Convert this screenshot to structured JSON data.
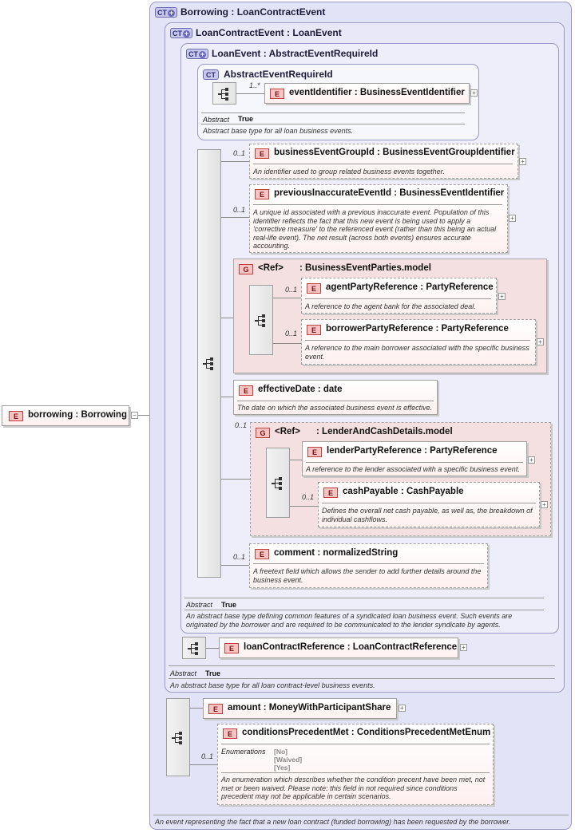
{
  "root": {
    "badge": "E",
    "name": "borrowing",
    "type": "Borrowing"
  },
  "ct_borrowing": {
    "badge": "CT",
    "title": "Borrowing",
    "base": "LoanContractEvent",
    "description": "An event representing the fact that a new loan contract (funded borrowing) has been requested by the borrower."
  },
  "ct_loancontractevent": {
    "badge": "CT",
    "title": "LoanContractEvent",
    "base": "LoanEvent",
    "abstract_label": "Abstract",
    "abstract_value": "True",
    "description": "An abstract base type for all loan contract-level business events."
  },
  "ct_loanevent": {
    "badge": "CT",
    "title": "LoanEvent",
    "base": "AbstractEventRequireId",
    "abstract_label": "Abstract",
    "abstract_value": "True",
    "description": "An abstract base type defining common features of a syndicated loan business event. Such events are originated by the borrower and are required to be communicated to the lender syndicate by agents."
  },
  "ct_abstracteventrequireid": {
    "badge": "CT",
    "title": "AbstractEventRequireId",
    "abstract_label": "Abstract",
    "abstract_value": "True",
    "description": "Abstract base type for all loan business events."
  },
  "elements": {
    "eventIdentifier": {
      "badge": "E",
      "name": "eventIdentifier",
      "type": "BusinessEventIdentifier",
      "card": "1..*"
    },
    "businessEventGroupId": {
      "badge": "E",
      "name": "businessEventGroupId",
      "type": "BusinessEventGroupIdentifier",
      "card": "0..1",
      "desc": "An identifier used to group related business events together."
    },
    "previousInaccurateEventId": {
      "badge": "E",
      "name": "previousInaccurateEventId",
      "type": "BusinessEventIdentifier",
      "card": "0..1",
      "desc": "A unique id associated with a previous inaccurate event. Population of this identifier reflects the fact that this new event is being used to apply a 'corrective measure' to the referenced event (rather than this being an actual real-life event). The net result (across both events) ensures accurate accounting."
    },
    "agentPartyReference": {
      "badge": "E",
      "name": "agentPartyReference",
      "type": "PartyReference",
      "card": "0..1",
      "desc": "A reference to the agent bank for the associated deal."
    },
    "borrowerPartyReference": {
      "badge": "E",
      "name": "borrowerPartyReference",
      "type": "PartyReference",
      "card": "0..1",
      "desc": "A reference to the main borrower associated with the specific business event."
    },
    "effectiveDate": {
      "badge": "E",
      "name": "effectiveDate",
      "type": "date",
      "desc": "The date on which the associated business event is effective."
    },
    "lenderPartyReference": {
      "badge": "E",
      "name": "lenderPartyReference",
      "type": "PartyReference",
      "desc": "A reference to the lender associated with a specific business event."
    },
    "cashPayable": {
      "badge": "E",
      "name": "cashPayable",
      "type": "CashPayable",
      "card": "0..1",
      "desc": "Defines the overall net cash payable, as well as, the breakdown of individual cashflows."
    },
    "comment": {
      "badge": "E",
      "name": "comment",
      "type": "normalizedString",
      "card": "0..1",
      "desc": "A freetext field which allows the sender to add further details around the business event."
    },
    "loanContractReference": {
      "badge": "E",
      "name": "loanContractReference",
      "type": "LoanContractReference"
    },
    "amount": {
      "badge": "E",
      "name": "amount",
      "type": "MoneyWithParticipantShare"
    },
    "conditionsPrecedentMet": {
      "badge": "E",
      "name": "conditionsPrecedentMet",
      "type": "ConditionsPrecedentMetEnum",
      "card": "0..1",
      "enum_label": "Enumerations",
      "enum_values": [
        "[No]",
        "[Waived]",
        "[Yes]"
      ],
      "desc": "An enumeration which describes whether the condition precent have been met, not met or been waived. Please note: this field in not required since conditions precedent may not be applicable in certain scenarios."
    }
  },
  "groups": {
    "parties": {
      "badge": "G",
      "ref": "<Ref>",
      "name": "BusinessEventParties.model"
    },
    "lender": {
      "badge": "G",
      "ref": "<Ref>",
      "name": "LenderAndCashDetails.model",
      "card": "0..1"
    }
  },
  "separator": ":",
  "icons": {
    "sequence": "sequence-icon",
    "expand": "expand-plus-icon",
    "collapse": "collapse-minus-icon"
  }
}
